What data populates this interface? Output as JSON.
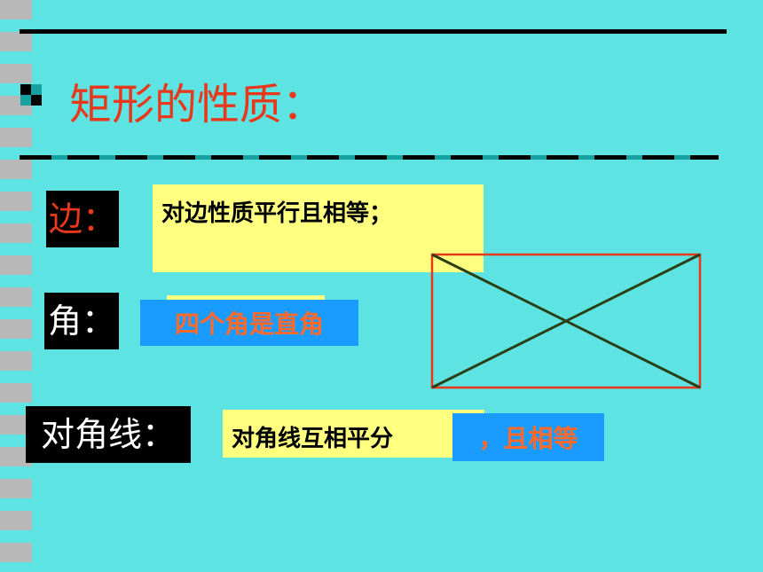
{
  "title": "矩形的性质：",
  "colors": {
    "background": "#5ee3e3",
    "title": "#e8381c",
    "highlight_yellow": "#ffff80",
    "highlight_blue": "#1a9bff",
    "answer_text": "#ff6a2a",
    "rect_outline": "#e8381c",
    "diagonals": "#2b3f14"
  },
  "properties": [
    {
      "label": "边：",
      "text": "对边性质平行且相等；"
    },
    {
      "label": "角：",
      "text": "四个角是直角"
    },
    {
      "label": "对角线：",
      "text": "对角线互相平分",
      "extra": "，且相等"
    }
  ]
}
